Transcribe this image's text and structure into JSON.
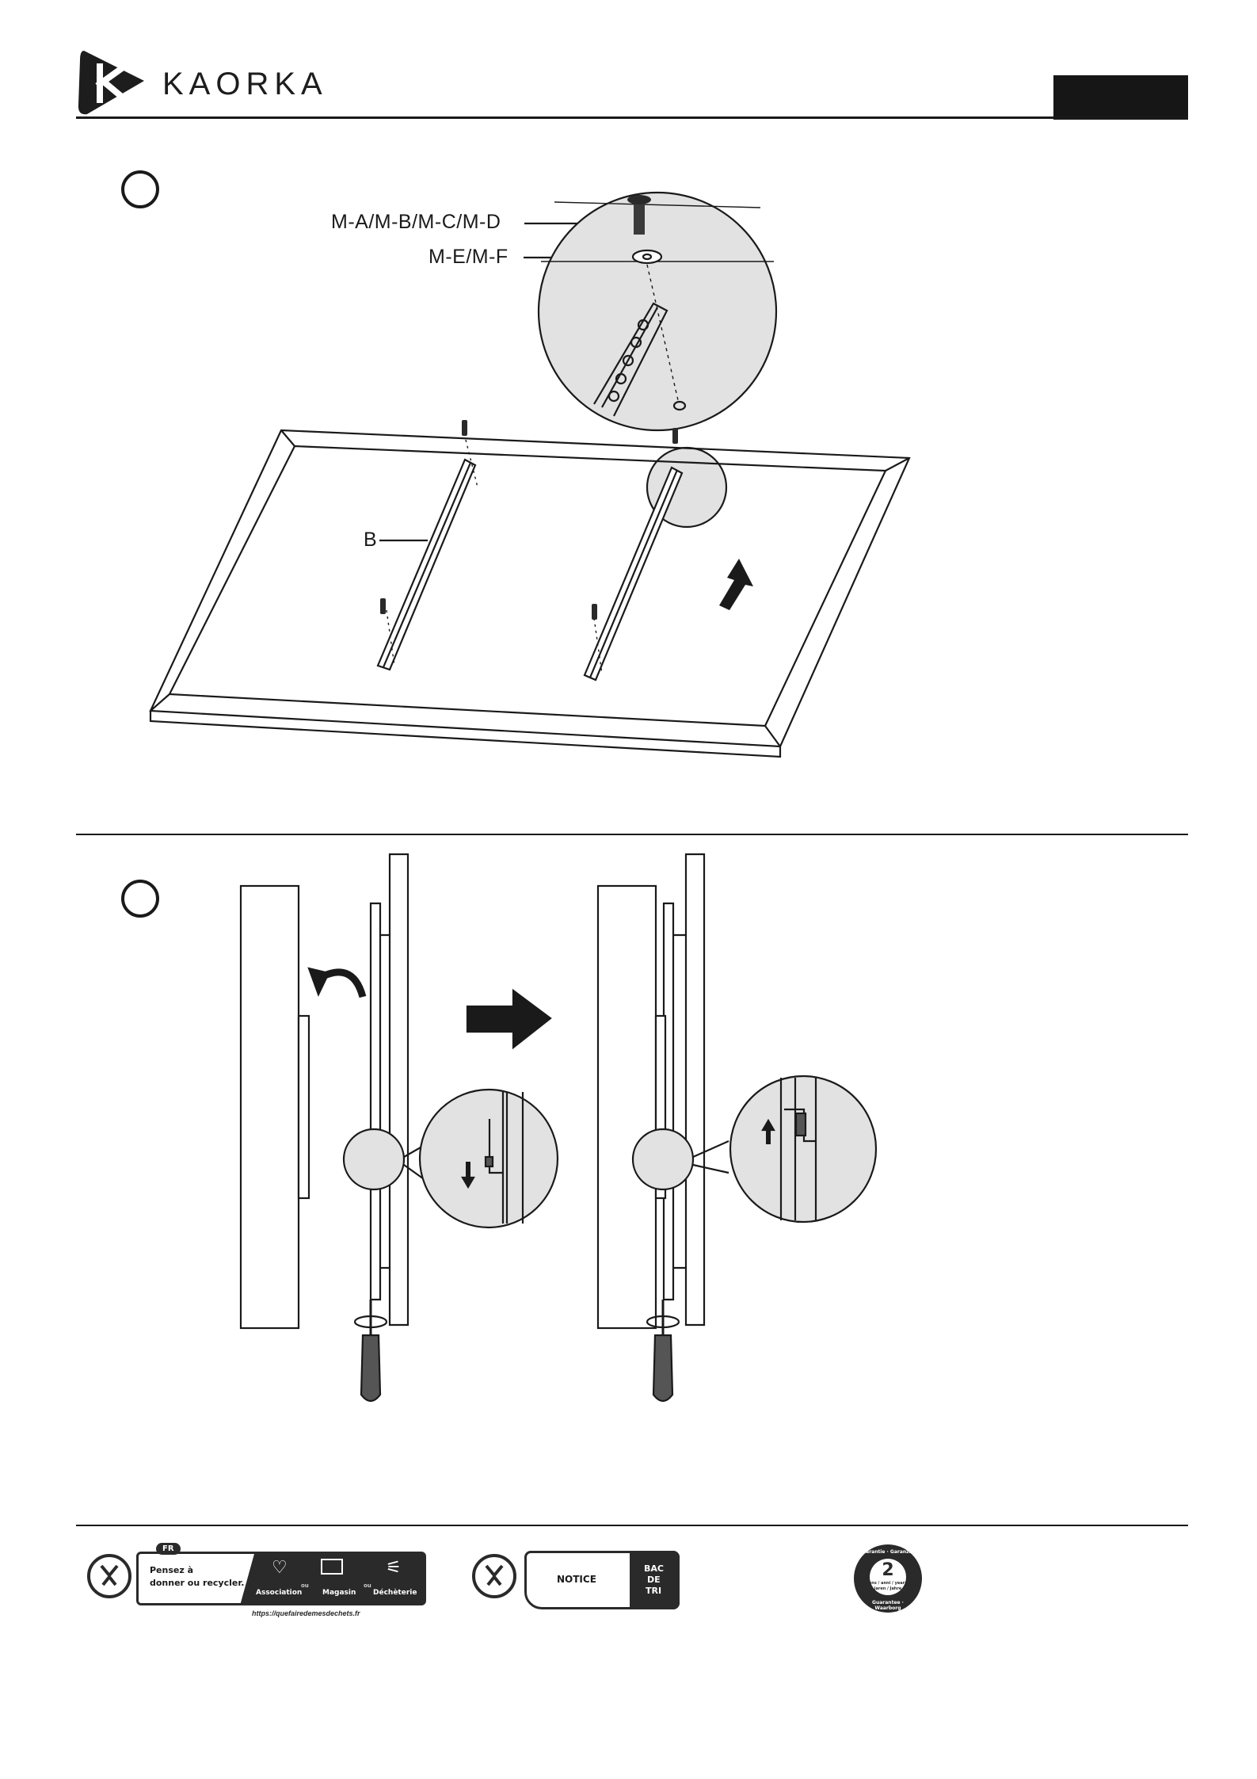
{
  "header": {
    "brand": "KAORKA"
  },
  "step1": {
    "callouts": {
      "screws": "M-A/M-B/M-C/M-D",
      "washers": "M-E/M-F",
      "bracket": "B"
    }
  },
  "footer": {
    "recycle_card": {
      "lang_tag": "FR",
      "message_line1": "Pensez à",
      "message_line2": "donner ou recycler.",
      "or1": "ou",
      "or2": "ou",
      "option1": "Association",
      "option2": "Magasin",
      "option3": "Déchèterie",
      "url": "https://quefairedemesdechets.fr"
    },
    "notice_card": {
      "label": "NOTICE",
      "bin_line1": "BAC",
      "bin_line2": "DE",
      "bin_line3": "TRI"
    },
    "warranty_badge": {
      "number": "2",
      "ring_top": "Garantie · Garanzia",
      "ring_bottom": "Guarantee · Waarborg",
      "units": "ans / anni / years",
      "units2": "jaren / Jahre"
    }
  },
  "colors": {
    "ink": "#1a1a1a",
    "magnifier_fill": "#e2e2e2",
    "footer_dark": "#2a2a2a"
  }
}
